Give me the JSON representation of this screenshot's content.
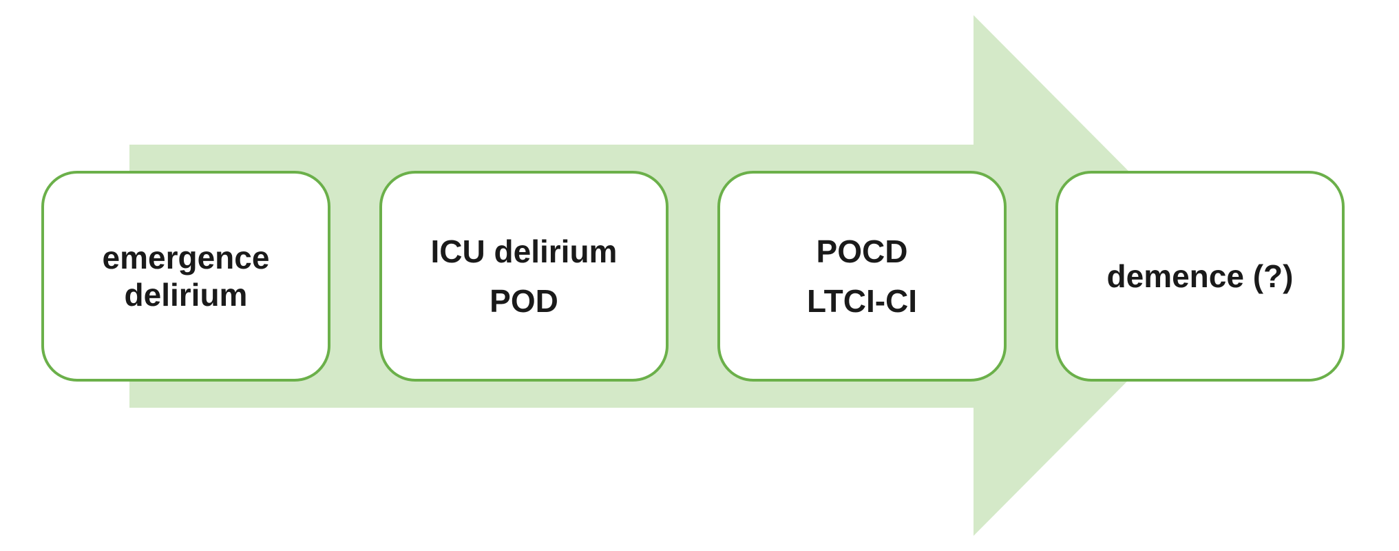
{
  "colors": {
    "arrow_fill": "#d4e9c8",
    "box_border": "#6bb04a",
    "box_fill": "#ffffff",
    "text": "#1a1a1a"
  },
  "stages": [
    {
      "lines": [
        "emergence",
        "delirium"
      ]
    },
    {
      "lines": [
        "ICU delirium",
        "POD"
      ]
    },
    {
      "lines": [
        "POCD",
        "LTCI-CI"
      ]
    },
    {
      "lines": [
        "demence (?)"
      ]
    }
  ]
}
